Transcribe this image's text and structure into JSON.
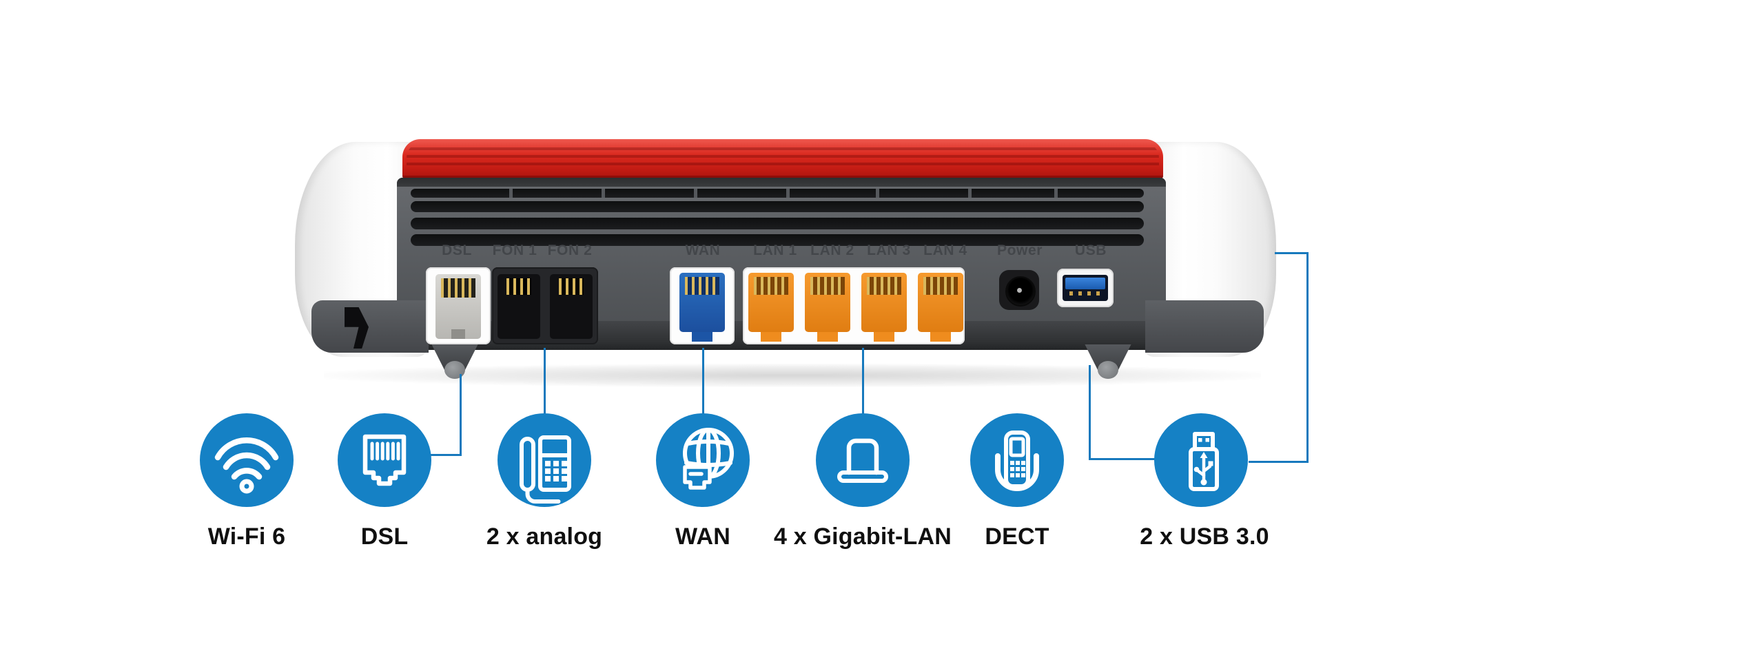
{
  "colors": {
    "feature_blue": "#1581c5",
    "connector_blue": "#1779bd",
    "router_red": "#d0231b",
    "lan_orange": "#f08b1f",
    "wan_blue": "#1f5cab"
  },
  "router": {
    "port_labels": [
      "DSL",
      "FON 1",
      "FON 2",
      "WAN",
      "LAN 1",
      "LAN 2",
      "LAN 3",
      "LAN 4",
      "Power",
      "USB"
    ]
  },
  "features": [
    {
      "icon": "wifi-icon",
      "label": "Wi-Fi 6"
    },
    {
      "icon": "rj45-plug-icon",
      "label": "DSL"
    },
    {
      "icon": "analog-phone-icon",
      "label": "2 x analog"
    },
    {
      "icon": "globe-wan-icon",
      "label": "WAN"
    },
    {
      "icon": "laptop-icon",
      "label": "4 x Gigabit-LAN"
    },
    {
      "icon": "cordless-phone-icon",
      "label": "DECT"
    },
    {
      "icon": "usb-stick-icon",
      "label": "2 x USB 3.0"
    }
  ]
}
